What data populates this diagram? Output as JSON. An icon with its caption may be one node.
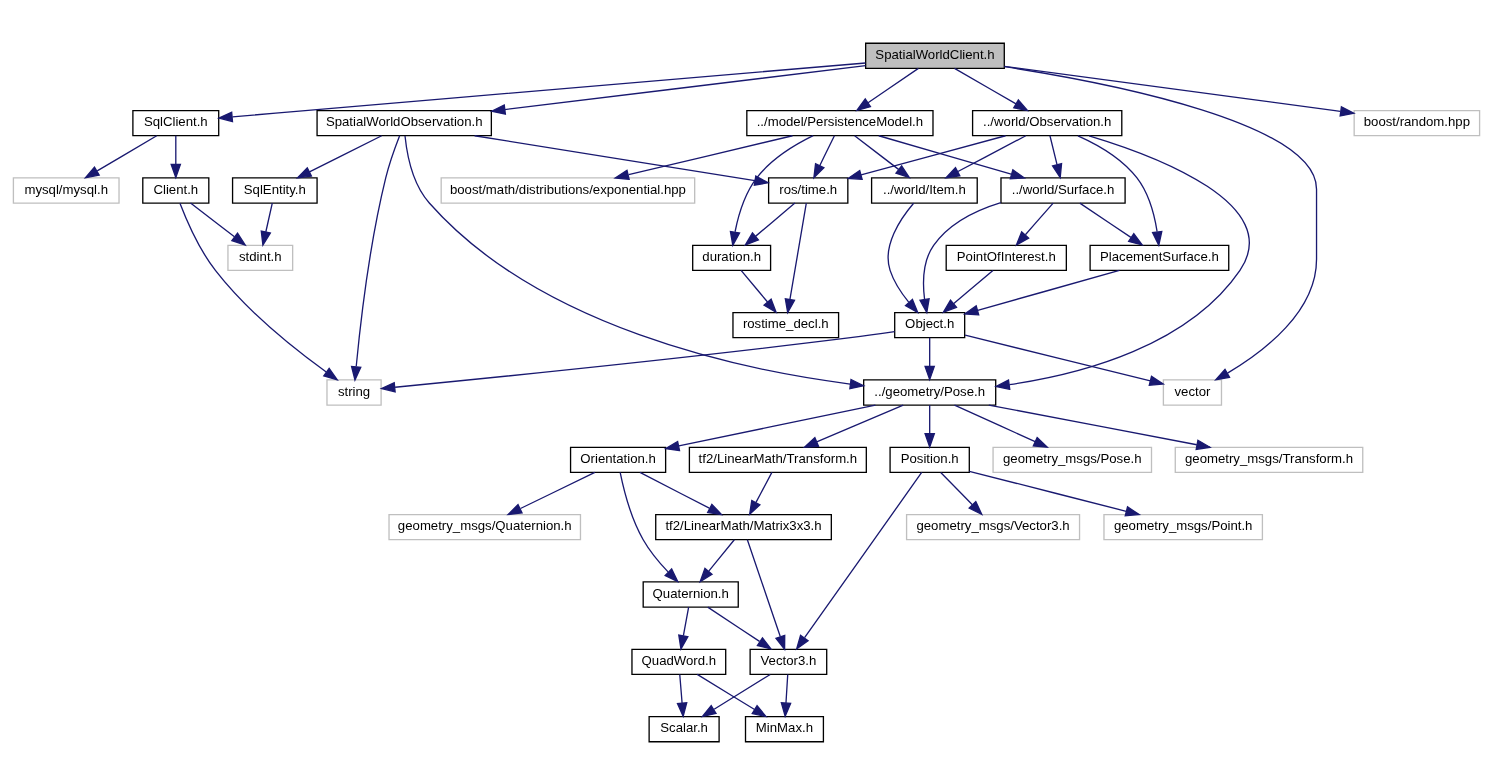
{
  "diagram": {
    "nodes": [
      {
        "text": [
          "SpatialWorldClient.h"
        ]
      },
      {
        "text": [
          "SqlClient.h"
        ]
      },
      {
        "text": [
          "SpatialWorldObservation.h"
        ]
      },
      {
        "text": [
          "../model/PersistenceModel.h"
        ]
      },
      {
        "text": [
          "../world/Observation.h"
        ]
      },
      {
        "text": [
          "boost/random.hpp"
        ]
      },
      {
        "text": [
          "Client.h"
        ]
      },
      {
        "text": [
          "mysql/mysql.h"
        ]
      },
      {
        "text": [
          "SqlEntity.h"
        ]
      },
      {
        "text": [
          "boost/math/distributions/exponential.hpp"
        ]
      },
      {
        "text": [
          "ros/time.h"
        ]
      },
      {
        "text": [
          "../world/Item.h"
        ]
      },
      {
        "text": [
          "../world/Surface.h"
        ]
      },
      {
        "text": [
          "stdint.h"
        ]
      },
      {
        "text": [
          "duration.h"
        ]
      },
      {
        "text": [
          "PointOfInterest.h"
        ]
      },
      {
        "text": [
          "PlacementSurface.h"
        ]
      },
      {
        "text": [
          "rostime_decl.h"
        ]
      },
      {
        "text": [
          "Object.h"
        ]
      },
      {
        "text": [
          "string"
        ]
      },
      {
        "text": [
          "../geometry/Pose.h"
        ]
      },
      {
        "text": [
          "vector"
        ]
      },
      {
        "text": [
          "Orientation.h"
        ]
      },
      {
        "text": [
          "tf2/LinearMath/Transform.h"
        ]
      },
      {
        "text": [
          "geometry_msgs/Pose.h"
        ]
      },
      {
        "text": [
          "geometry_msgs/Transform.h"
        ]
      },
      {
        "text": [
          "Position.h"
        ]
      },
      {
        "text": [
          "geometry_msgs/Quaternion.h"
        ]
      },
      {
        "text": [
          "tf2/LinearMath/Matrix3x3.h"
        ]
      },
      {
        "text": [
          "geometry_msgs/Vector3.h"
        ]
      },
      {
        "text": [
          "geometry_msgs/Point.h"
        ]
      },
      {
        "text": [
          "Quaternion.h"
        ]
      },
      {
        "text": [
          "QuadWord.h"
        ]
      },
      {
        "text": [
          "Vector3.h"
        ]
      },
      {
        "text": [
          "Scalar.h"
        ]
      },
      {
        "text": [
          "MinMax.h"
        ]
      }
    ],
    "edges": [
      {
        "from": 0,
        "to": 1,
        "arrow": "to"
      },
      {
        "from": 0,
        "to": 2,
        "arrow": "to"
      },
      {
        "from": 0,
        "to": 3,
        "arrow": "to"
      },
      {
        "from": 0,
        "to": 4,
        "arrow": "to"
      },
      {
        "from": 0,
        "to": 21,
        "arrow": "to"
      },
      {
        "from": 0,
        "to": 5,
        "arrow": "to"
      },
      {
        "from": 1,
        "to": 6,
        "arrow": "to"
      },
      {
        "from": 1,
        "to": 7,
        "arrow": "to"
      },
      {
        "from": 2,
        "to": 8,
        "arrow": "to"
      },
      {
        "from": 2,
        "to": 10,
        "arrow": "to"
      },
      {
        "from": 2,
        "to": 19,
        "arrow": "to"
      },
      {
        "from": 2,
        "to": 20,
        "arrow": "to"
      },
      {
        "from": 3,
        "to": 9,
        "arrow": "to"
      },
      {
        "from": 3,
        "to": 14,
        "arrow": "to"
      },
      {
        "from": 3,
        "to": 10,
        "arrow": "to"
      },
      {
        "from": 3,
        "to": 11,
        "arrow": "to"
      },
      {
        "from": 3,
        "to": 12,
        "arrow": "to"
      },
      {
        "from": 4,
        "to": 10,
        "arrow": "to"
      },
      {
        "from": 4,
        "to": 11,
        "arrow": "to"
      },
      {
        "from": 4,
        "to": 12,
        "arrow": "to"
      },
      {
        "from": 4,
        "to": 16,
        "arrow": "to"
      },
      {
        "from": 4,
        "to": 20,
        "arrow": "to"
      },
      {
        "from": 6,
        "to": 13,
        "arrow": "to"
      },
      {
        "from": 6,
        "to": 19,
        "arrow": "to"
      },
      {
        "from": 8,
        "to": 13,
        "arrow": "to"
      },
      {
        "from": 10,
        "to": 14,
        "arrow": "to"
      },
      {
        "from": 10,
        "to": 17,
        "arrow": "to"
      },
      {
        "from": 11,
        "to": 18,
        "arrow": "to"
      },
      {
        "from": 12,
        "to": 18,
        "arrow": "to"
      },
      {
        "from": 12,
        "to": 15,
        "arrow": "to"
      },
      {
        "from": 12,
        "to": 16,
        "arrow": "to"
      },
      {
        "from": 14,
        "to": 17,
        "arrow": "to"
      },
      {
        "from": 15,
        "to": 18,
        "arrow": "to"
      },
      {
        "from": 16,
        "to": 18,
        "arrow": "to"
      },
      {
        "from": 18,
        "to": 19,
        "arrow": "to"
      },
      {
        "from": 18,
        "to": 20,
        "arrow": "to"
      },
      {
        "from": 18,
        "to": 21,
        "arrow": "to"
      },
      {
        "from": 20,
        "to": 22,
        "arrow": "to"
      },
      {
        "from": 20,
        "to": 23,
        "arrow": "to"
      },
      {
        "from": 20,
        "to": 24,
        "arrow": "to"
      },
      {
        "from": 20,
        "to": 25,
        "arrow": "to"
      },
      {
        "from": 20,
        "to": 26,
        "arrow": "to"
      },
      {
        "from": 22,
        "to": 27,
        "arrow": "to"
      },
      {
        "from": 22,
        "to": 28,
        "arrow": "to"
      },
      {
        "from": 22,
        "to": 31,
        "arrow": "to"
      },
      {
        "from": 23,
        "to": 28,
        "arrow": "to"
      },
      {
        "from": 26,
        "to": 29,
        "arrow": "to"
      },
      {
        "from": 26,
        "to": 30,
        "arrow": "to"
      },
      {
        "from": 26,
        "to": 33,
        "arrow": "to"
      },
      {
        "from": 28,
        "to": 31,
        "arrow": "to"
      },
      {
        "from": 28,
        "to": 33,
        "arrow": "to"
      },
      {
        "from": 31,
        "to": 32,
        "arrow": "to"
      },
      {
        "from": 31,
        "to": 33,
        "arrow": "to"
      },
      {
        "from": 32,
        "to": 34,
        "arrow": "to"
      },
      {
        "from": 32,
        "to": 35,
        "arrow": "to"
      },
      {
        "from": 33,
        "to": 34,
        "arrow": "to"
      },
      {
        "from": 33,
        "to": 35,
        "arrow": "to"
      }
    ]
  }
}
